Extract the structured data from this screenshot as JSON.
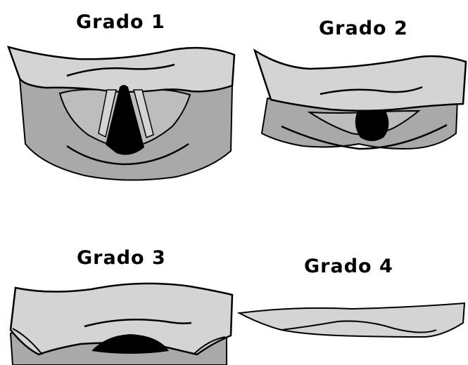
{
  "panels": [
    {
      "title": "Grado 1"
    },
    {
      "title": "Grado 2"
    },
    {
      "title": "Grado 3"
    },
    {
      "title": "Grado 4"
    }
  ],
  "colors": {
    "outline": "#000000",
    "light_gray": "#d4d4d4",
    "mid_gray": "#a9a9a9",
    "dark_gray": "#8f8f8f",
    "cord_gray": "#bdbdbd",
    "background": "#ffffff"
  }
}
